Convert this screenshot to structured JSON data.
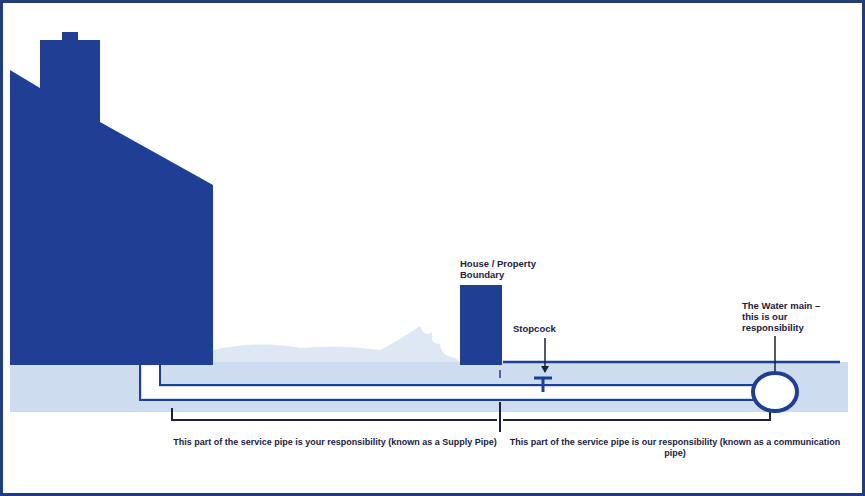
{
  "diagram": {
    "nodes": [
      {
        "text": [
          "House / Property Boundary"
        ]
      },
      {
        "text": [
          "The Water main – this is our responsibility"
        ]
      }
    ],
    "labels": [
      "Stopcock",
      "This part of the service pipe is your responsibility (known as a Supply Pipe)",
      "This part of the service pipe is our responsibility (known as a communication pipe)"
    ]
  }
}
